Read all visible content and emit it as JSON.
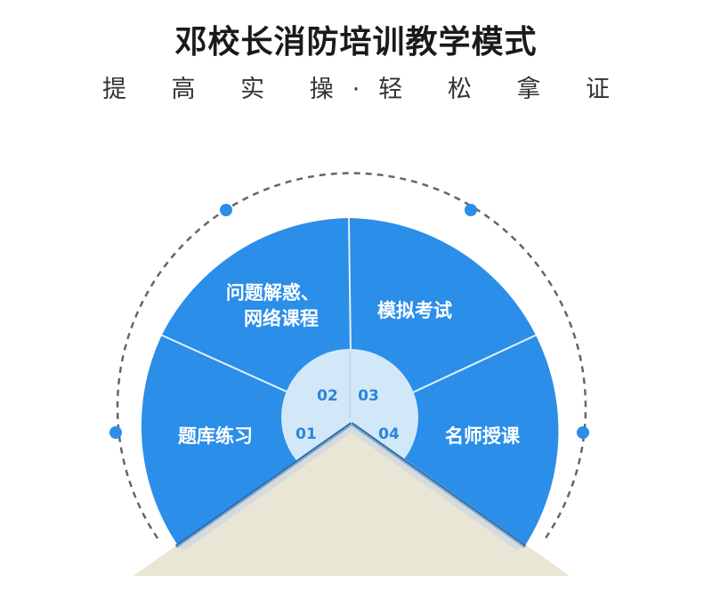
{
  "header": {
    "title": "邓校长消防培训教学模式",
    "subtitle": "提 高 实 操·轻 松 拿 证"
  },
  "segments": [
    {
      "number": "01",
      "label_lines": [
        "题库练习"
      ]
    },
    {
      "number": "02",
      "label_lines": [
        "问题解惑、",
        "网络课程"
      ]
    },
    {
      "number": "03",
      "label_lines": [
        "模拟考试"
      ]
    },
    {
      "number": "04",
      "label_lines": [
        "名师授课"
      ]
    }
  ],
  "colors": {
    "segment_fill": "#2b8ee8",
    "center_fill": "#d2e8f8",
    "number_text": "#2a86d9",
    "dot": "#2b8ee8",
    "ring": "#666666",
    "triangle": "#e9e6d6"
  }
}
